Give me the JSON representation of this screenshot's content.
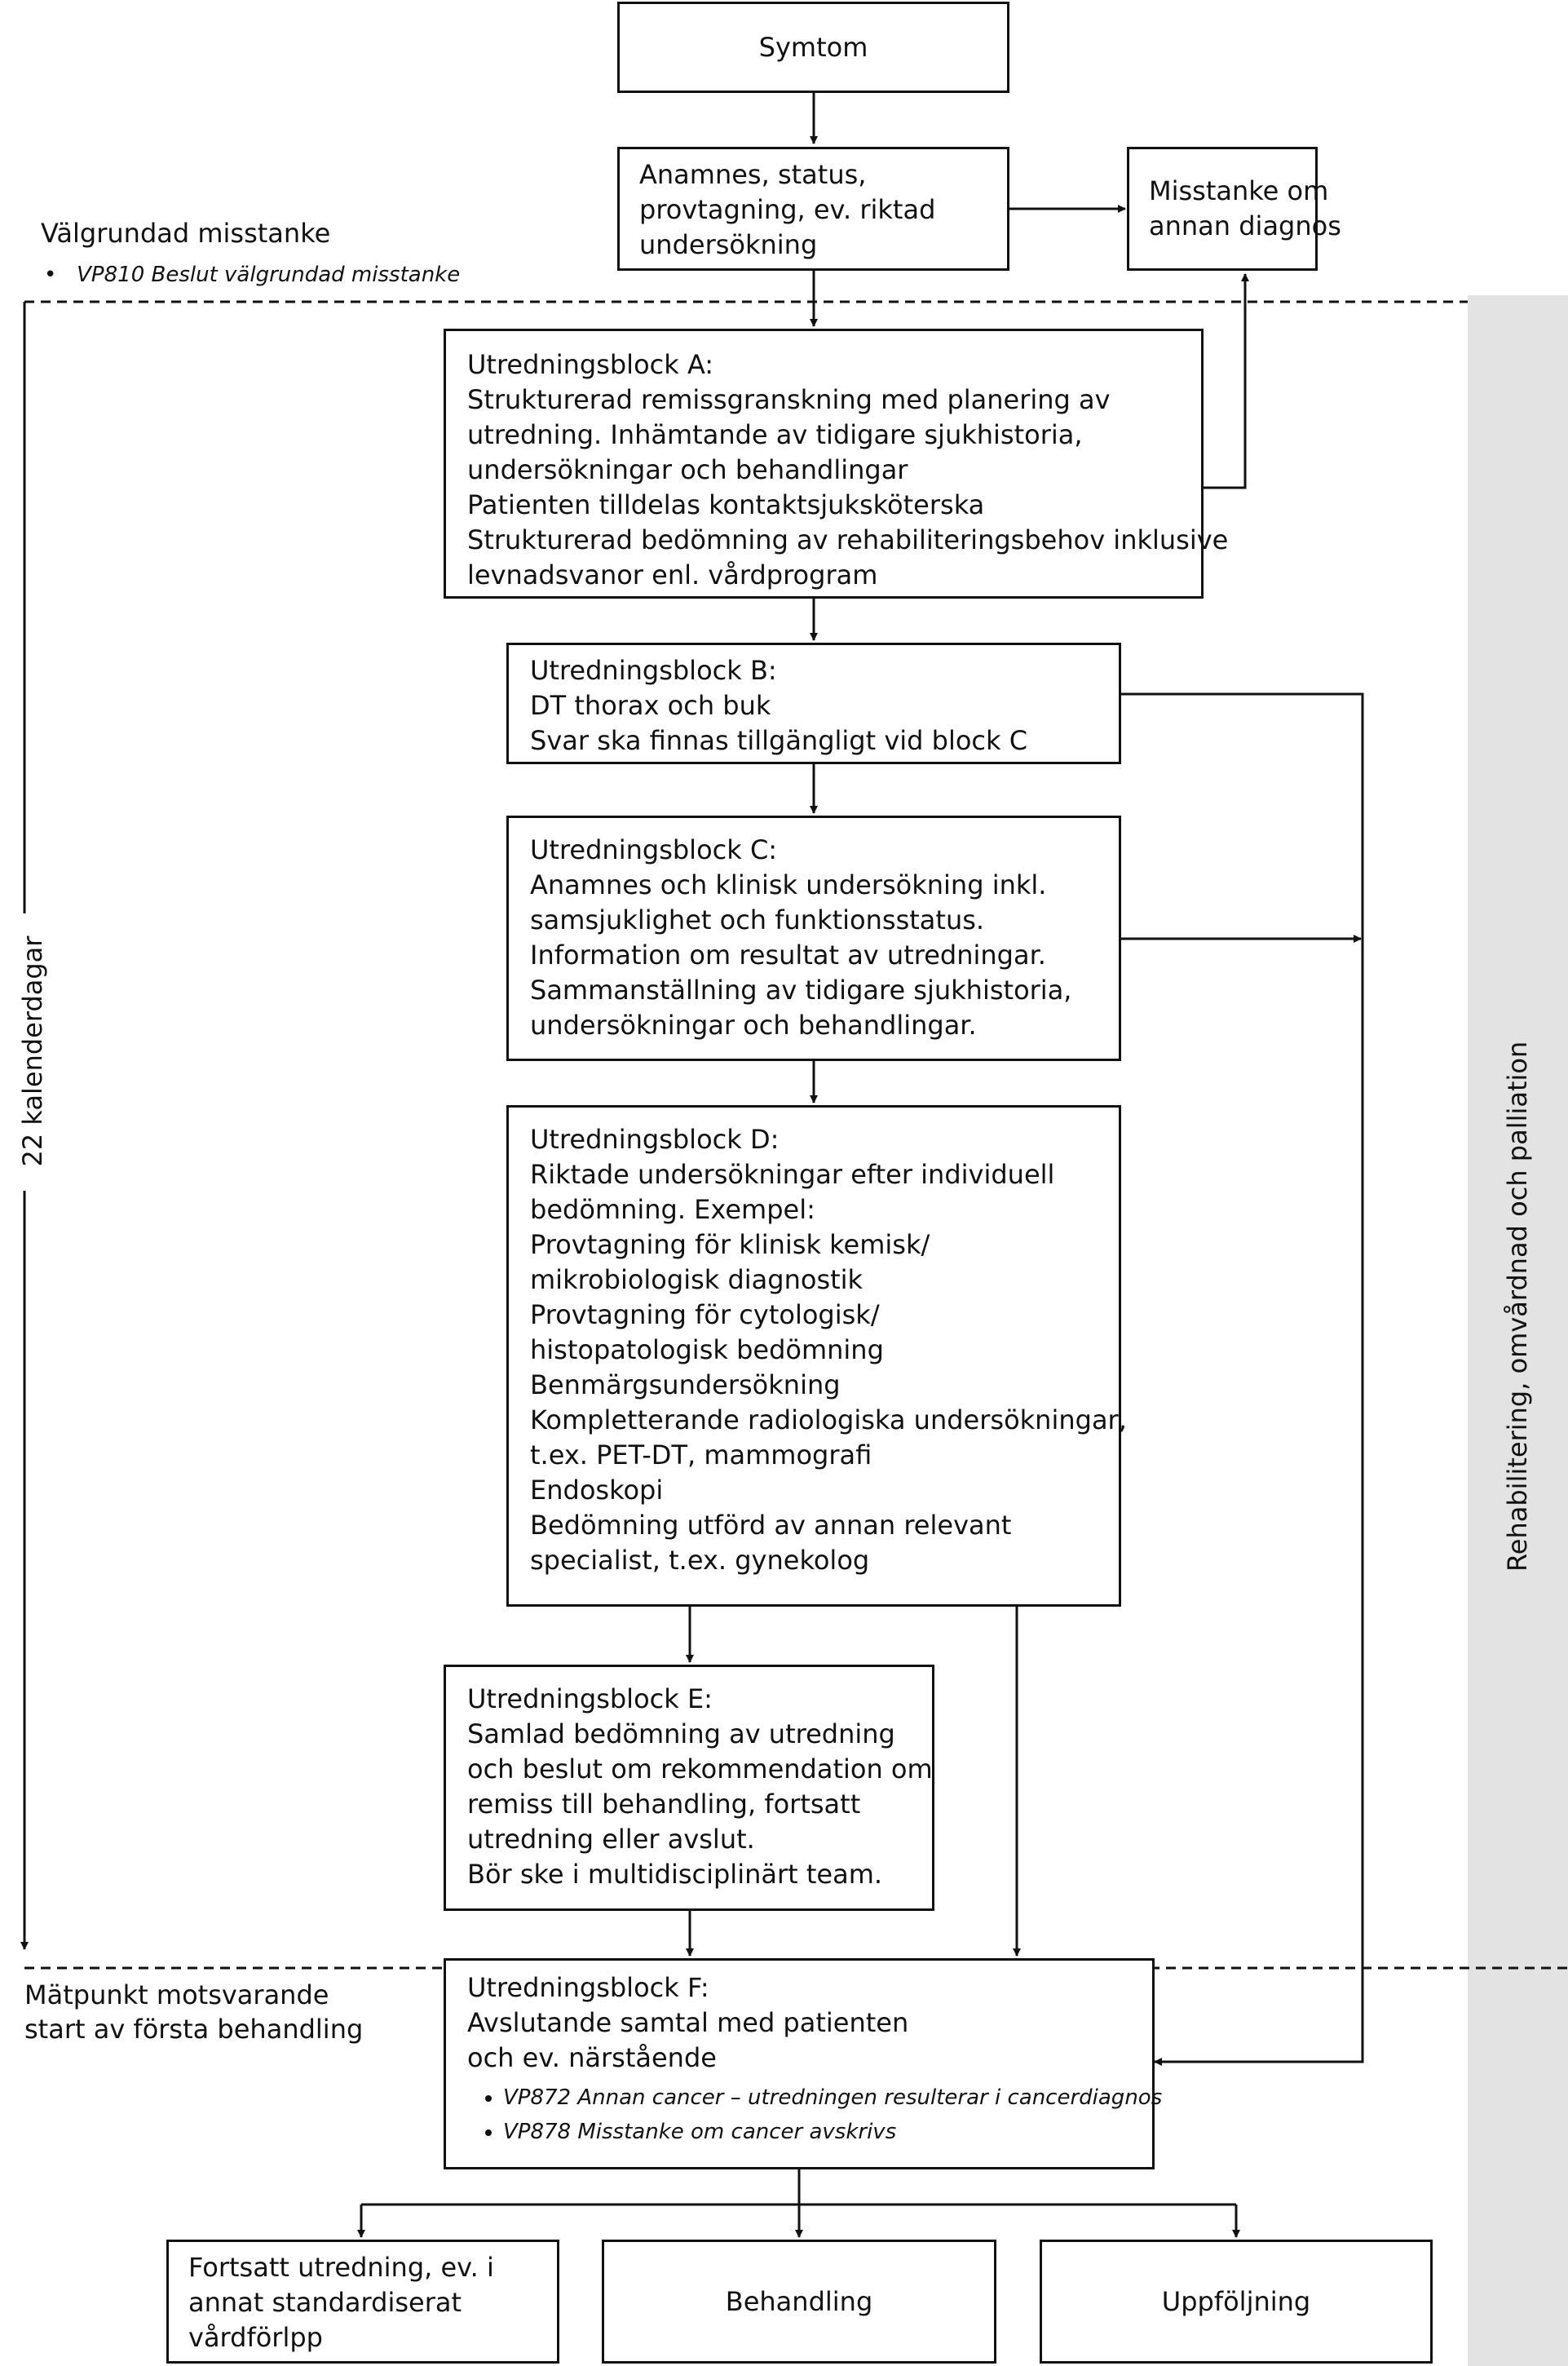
{
  "boxes": {
    "symtom": "Symtom",
    "anamnes": [
      "Anamnes, status,",
      "provtagning, ev. riktad",
      "undersökning"
    ],
    "misstanke": [
      "Misstanke om",
      "annan diagnos"
    ],
    "block_a": [
      "Utredningsblock A:",
      "Strukturerad remissgranskning med planering av",
      "utredning. Inhämtande av tidigare sjukhistoria,",
      "undersökningar och behandlingar",
      "Patienten tilldelas kontaktsjuksköterska",
      "Strukturerad bedömning av rehabiliteringsbehov inklusive",
      "levnadsvanor enl. vårdprogram"
    ],
    "block_b": [
      "Utredningsblock B:",
      "DT thorax och buk",
      "Svar ska finnas tillgängligt vid block C"
    ],
    "block_c": [
      "Utredningsblock C:",
      "Anamnes och klinisk undersökning inkl.",
      "samsjuklighet och funktionsstatus.",
      "Information om resultat av utredningar.",
      "Sammanställning av tidigare sjukhistoria,",
      "undersökningar och behandlingar."
    ],
    "block_d": [
      "Utredningsblock D:",
      "Riktade undersökningar efter individuell",
      "bedömning. Exempel:",
      "Provtagning för klinisk kemisk/",
      "mikrobiologisk diagnostik",
      "Provtagning för cytologisk/",
      "histopatologisk bedömning",
      "Benmärgsundersökning",
      "Kompletterande radiologiska undersökningar,",
      "t.ex. PET-DT, mammografi",
      "Endoskopi",
      "Bedömning utförd av annan relevant",
      "specialist, t.ex. gynekolog"
    ],
    "block_e": [
      "Utredningsblock E:",
      "Samlad bedömning av utredning",
      "och beslut om rekommendation om",
      "remiss till behandling, fortsatt",
      "utredning eller avslut.",
      "Bör ske i multidisciplinärt team."
    ],
    "block_f": [
      "Utredningsblock F:",
      "Avslutande samtal med patienten",
      "och ev. närstående"
    ],
    "block_f_bullets": [
      "VP872 Annan cancer – utredningen resulterar i cancerdiagnos",
      "VP878 Misstanke om cancer avskrivs"
    ],
    "fortsatt": [
      "Fortsatt utredning, ev. i",
      "annat standardiserat",
      "vårdförlpp"
    ],
    "behandling": "Behandling",
    "uppfoljning": "Uppföljning"
  },
  "labels": {
    "valgrundad": "Välgrundad misstanke",
    "valgrundad_bullet": "VP810 Beslut välgrundad misstanke",
    "days": "22 kalenderdagar",
    "matpunkt": [
      "Mätpunkt motsvarande",
      "start av första behandling"
    ],
    "side": "Rehabilitering, omvårdnad och palliation"
  },
  "colors": {
    "line": "#111111",
    "band": "#e3e3e3"
  }
}
